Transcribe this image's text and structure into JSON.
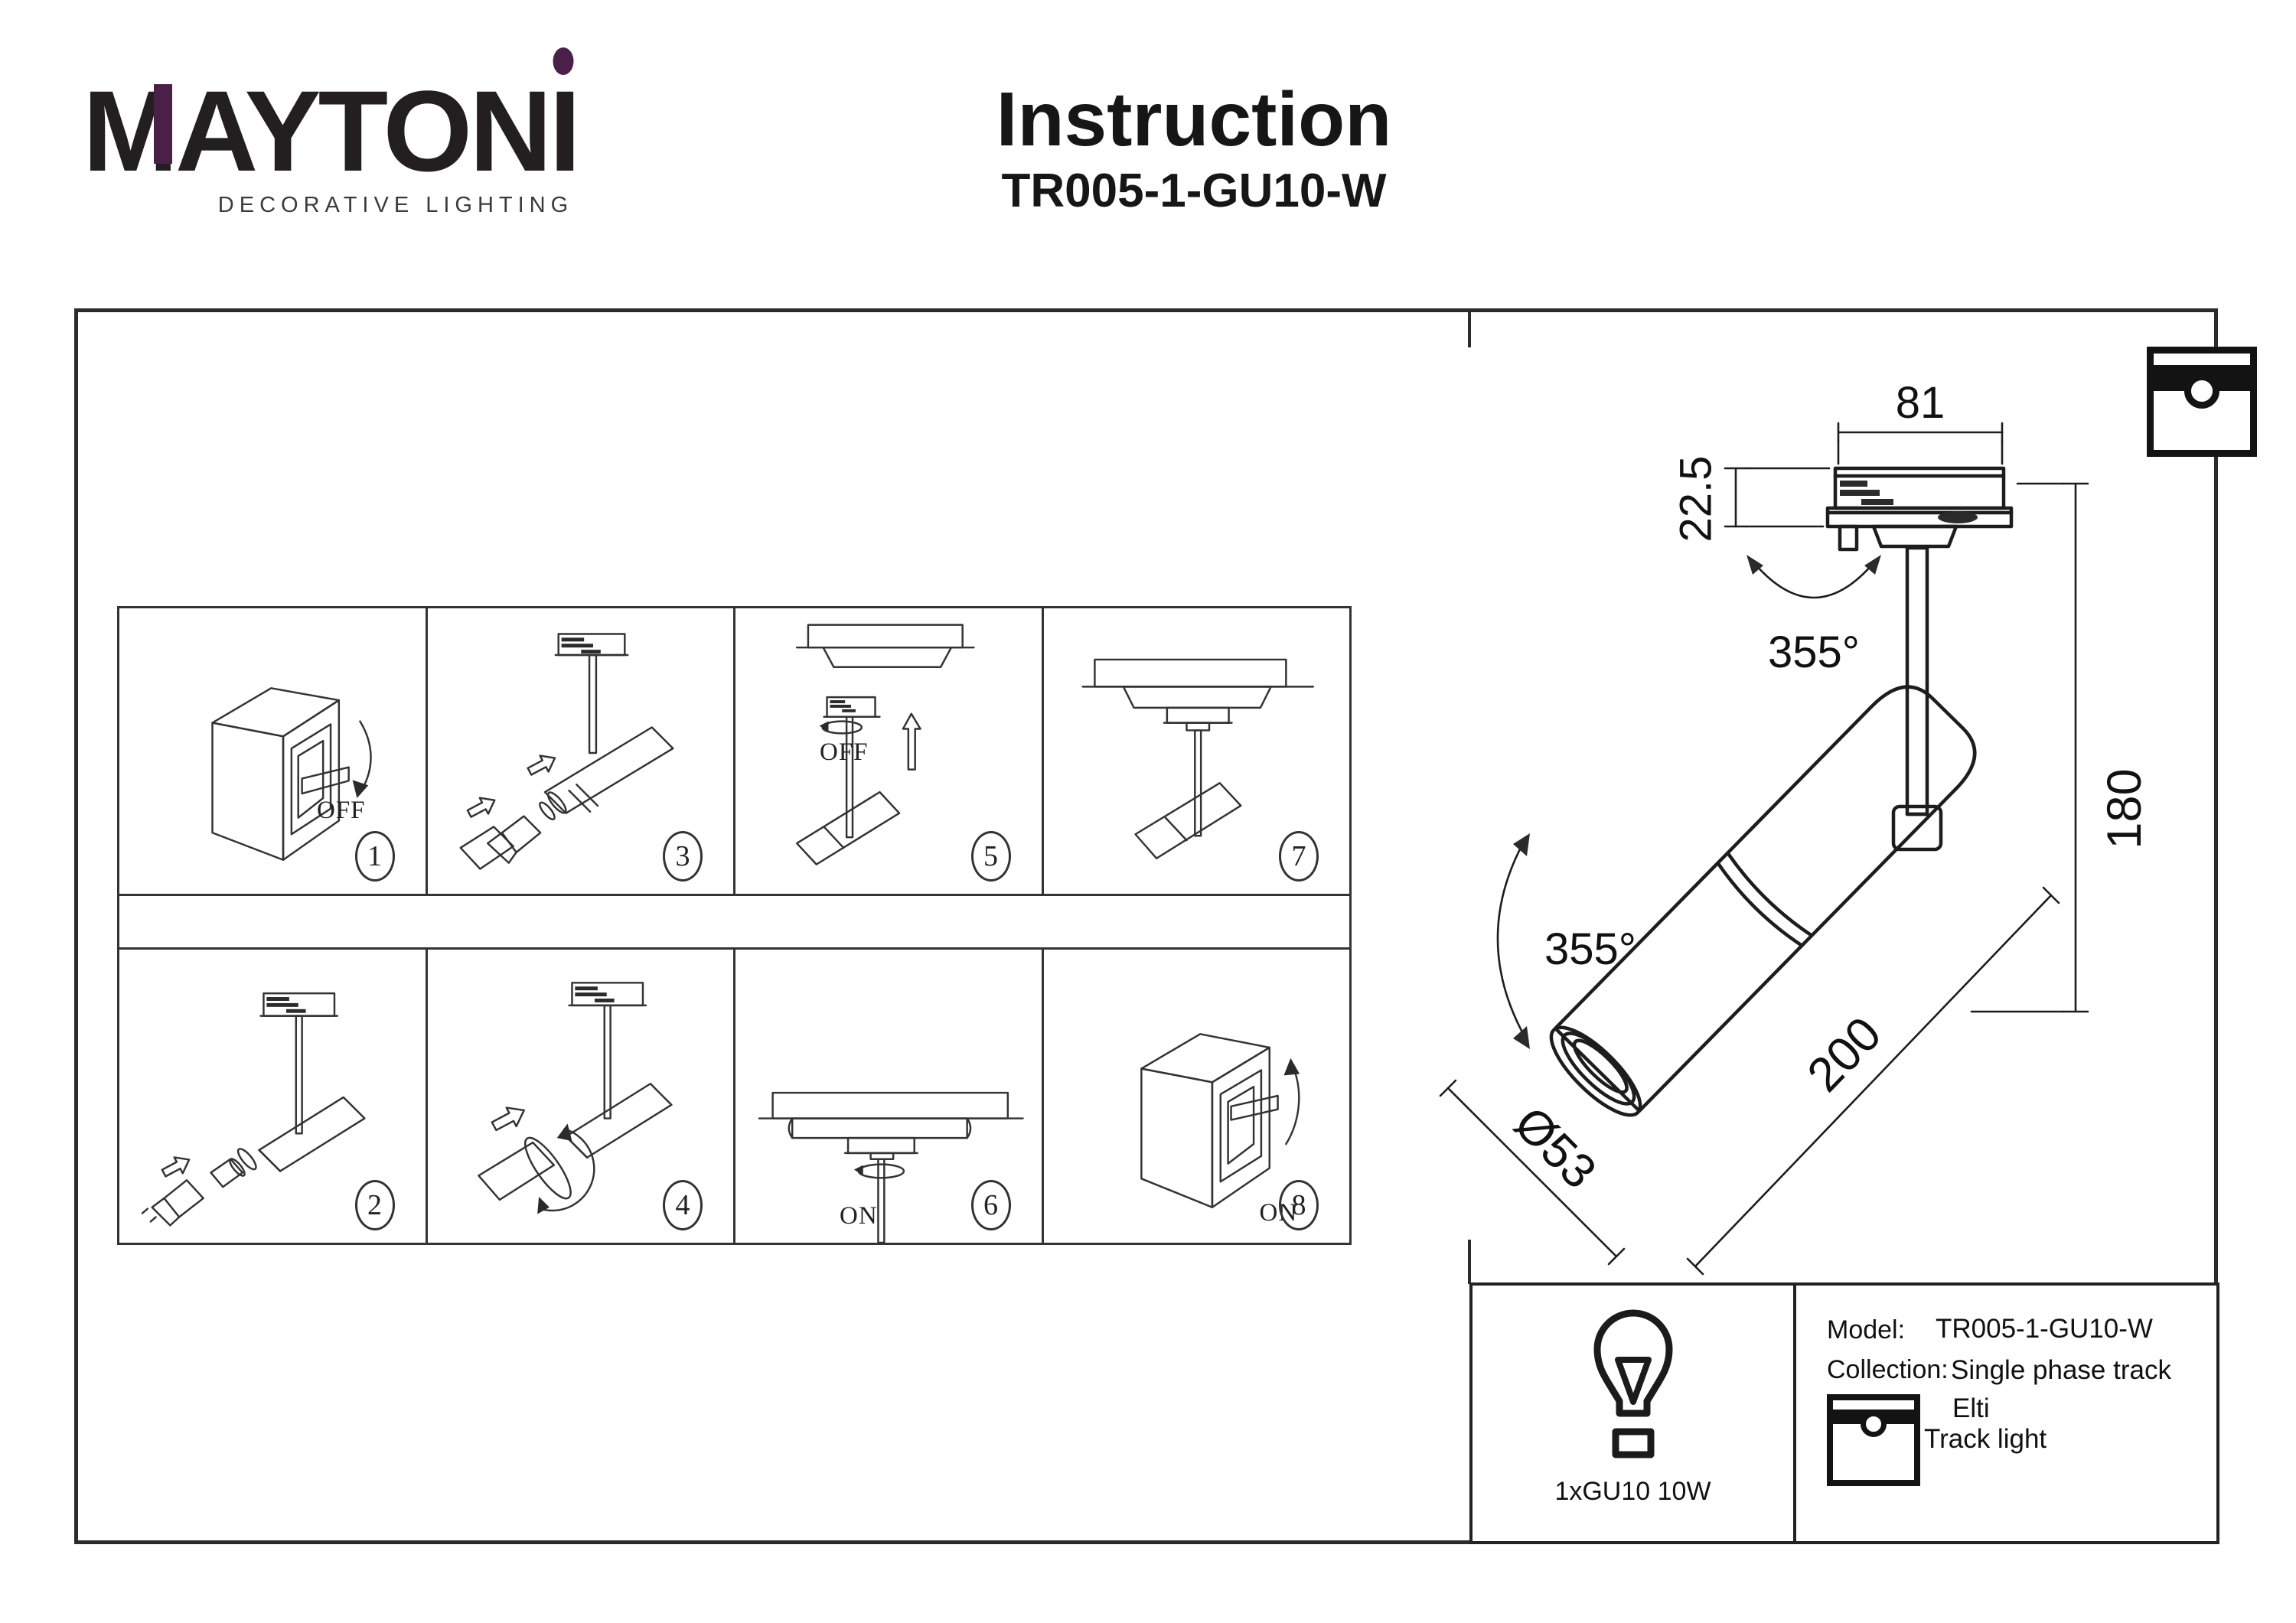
{
  "page": {
    "background": "#ffffff",
    "ink": "#2b2b2b",
    "accent_purple": "#4a2049"
  },
  "header": {
    "logo_text": "MAYTONI",
    "logo_tagline": "DECORATIVE LIGHTING",
    "title": "Instruction",
    "model": "TR005-1-GU10-W"
  },
  "steps": [
    {
      "num": "1",
      "label": "OFF"
    },
    {
      "num": "2",
      "label": ""
    },
    {
      "num": "3",
      "label": ""
    },
    {
      "num": "4",
      "label": ""
    },
    {
      "num": "5",
      "label": "OFF"
    },
    {
      "num": "6",
      "label": "ON"
    },
    {
      "num": "7",
      "label": ""
    },
    {
      "num": "8",
      "label": "ON"
    }
  ],
  "drawing": {
    "dim_track_width": "81",
    "dim_adapter_height": "22.5",
    "dim_rotation_head": "355°",
    "dim_drop_height": "180",
    "dim_body_length": "200",
    "dim_body_diameter": "Ø53",
    "dim_rotation_body": "355°"
  },
  "spec": {
    "lamp": "1xGU10 10W",
    "model_label": "Model:",
    "model_value": "TR005-1-GU10-W",
    "collection_label": "Collection:",
    "collection_value": "Single phase track",
    "series": "Elti",
    "product_type": "Track light"
  }
}
